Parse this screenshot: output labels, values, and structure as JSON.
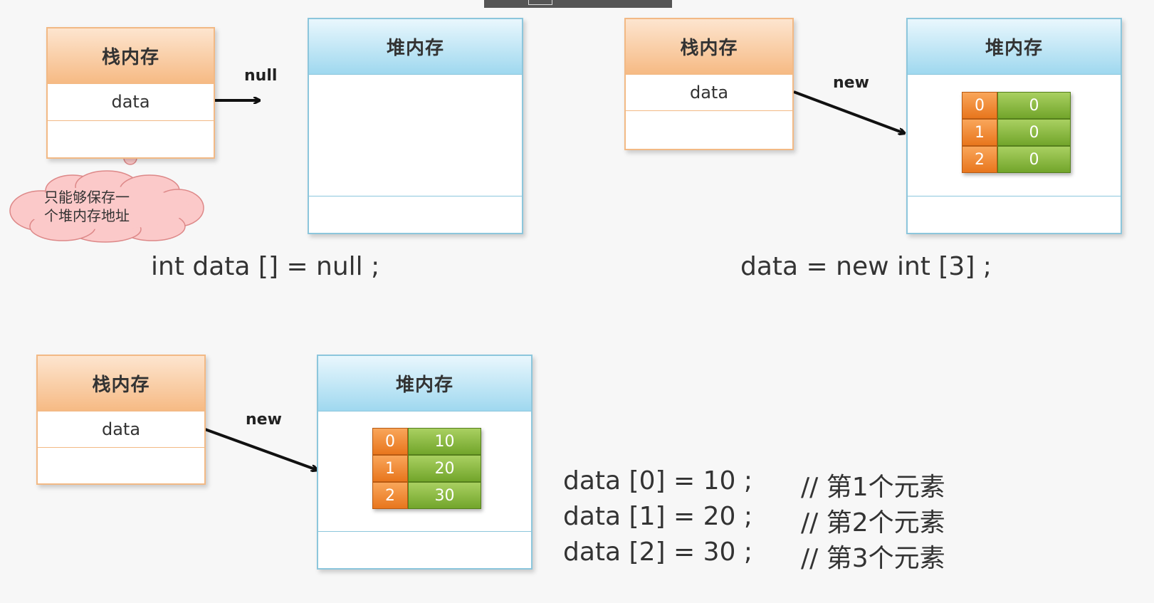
{
  "labels": {
    "stack": "栈内存",
    "heap": "堆内存",
    "var": "data",
    "null_arrow": "null",
    "new_arrow": "new"
  },
  "cloud": {
    "line1": "只能够保存一",
    "line2": "个堆内存地址"
  },
  "code": {
    "decl": "int data [] = null ;",
    "alloc": "data = new int [3] ;",
    "assign": [
      {
        "stmt": "data [0] = 10 ;",
        "comment": "// 第1个元素"
      },
      {
        "stmt": "data [1] = 20 ;",
        "comment": "// 第2个元素"
      },
      {
        "stmt": "data [2] = 30 ;",
        "comment": "// 第3个元素"
      }
    ]
  },
  "arrays": {
    "init": [
      {
        "index": "0",
        "value": "0"
      },
      {
        "index": "1",
        "value": "0"
      },
      {
        "index": "2",
        "value": "0"
      }
    ],
    "assigned": [
      {
        "index": "0",
        "value": "10"
      },
      {
        "index": "1",
        "value": "20"
      },
      {
        "index": "2",
        "value": "30"
      }
    ]
  },
  "colors": {
    "stack_border": "#f2b985",
    "heap_border": "#8cc6dc",
    "index_cell": "#e8761d",
    "value_cell": "#72a52b",
    "cloud_fill": "#fbc9c9"
  }
}
